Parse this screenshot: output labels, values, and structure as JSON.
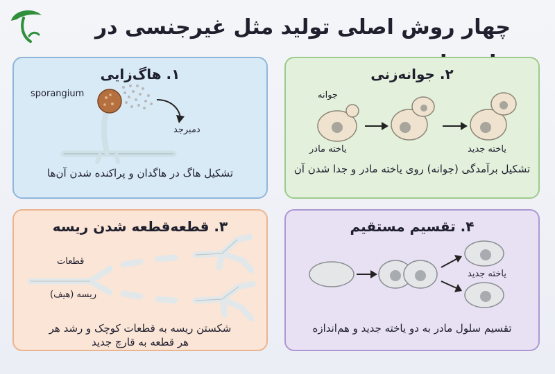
{
  "title": "چهار روش اصلی تولید مثل غیرجنسی در قارچ‌ها",
  "panels": [
    {
      "title": "۱. هاگ‌زایی",
      "caption": "تشکیل هاگ در هاگدان و پراکنده شدن آن‌ها",
      "labels": {
        "sporangium": "sporangium",
        "blow": "دمبرجد"
      }
    },
    {
      "title": "۲. جوانه‌زنی",
      "caption": "تشکیل برآمدگی (جوانه) روی یاخته مادر و جدا شدن آن",
      "labels": {
        "bud": "جوانه",
        "mother": "یاخته مادر",
        "new": "یاخته جدید"
      }
    },
    {
      "title": "۳. قطعه‌قطعه شدن ریسه",
      "caption_line1": "شکستن ریسه به قطعات کوچک و رشد هر",
      "caption_line2": "هر قطعه به قارچ جدید",
      "labels": {
        "fragments": "قطعات",
        "hypha": "ریسه (هیف)"
      }
    },
    {
      "title": "۴. تقسیم مستقیم",
      "caption": "تقسیم سلول مادر به دو یاخته جدید و هم‌اندازه",
      "labels": {
        "new": "یاخته جدید"
      }
    }
  ],
  "colors": {
    "panel1": "#d9eaf7",
    "panel2": "#e3f1dc",
    "panel3": "#fbe5d6",
    "panel4": "#e8e1f3",
    "logo": "#2f8f3a"
  },
  "icons": [
    "mushroom-logo-icon",
    "arrow-icon"
  ]
}
